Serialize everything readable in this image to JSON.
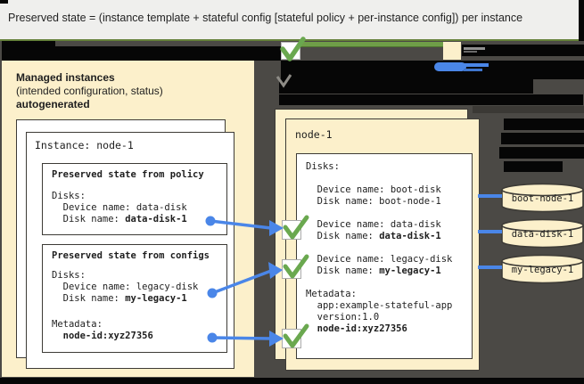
{
  "title": "Preserved state = (instance template + stateful config [stateful policy + per-instance config]) per instance",
  "colors": {
    "background_dark": "#4b4945",
    "redaction_black": "#060606",
    "panel_cream": "#fcf0cb",
    "titlebar_gray": "#efefed",
    "check_green": "#6aa84f",
    "bar_green": "#6f9e48",
    "line_olive": "#65813a",
    "arrow_blue": "#4a86e8",
    "border_dark": "#3d3b36"
  },
  "left_panel": {
    "heading_line1": "Managed instances",
    "heading_line2": "(intended configuration, status)",
    "heading_line3": "autogenerated",
    "instance_card": {
      "title": "Instance: node-1",
      "policy_box": {
        "title": "Preserved state from policy",
        "disks_header": "Disks:",
        "device_line": "  Device name: data-disk",
        "disk_label": "  Disk name: ",
        "disk_value": "data-disk-1"
      },
      "configs_box": {
        "title": "Preserved state from configs",
        "disks_header": "Disks:",
        "device_line": "  Device name: legacy-disk",
        "disk_label": "  Disk name: ",
        "disk_value": "my-legacy-1",
        "metadata_header": "Metadata:",
        "metadata_value": "  node-id:xyz27356"
      }
    }
  },
  "right_panel": {
    "title": "node-1",
    "box": {
      "disks_header": "Disks:",
      "boot_device_line": "  Device name: boot-disk",
      "boot_disk_line": "  Disk name: boot-node-1",
      "data_device_line": "  Device name: data-disk",
      "data_disk_label": "  Disk name: ",
      "data_disk_value": "data-disk-1",
      "legacy_device_line": "  Device name: legacy-disk",
      "legacy_disk_label": "  Disk name: ",
      "legacy_disk_value": "my-legacy-1",
      "metadata_header": "Metadata:",
      "metadata_app_line": "  app:example-stateful-app",
      "metadata_version_line": "  version:1.0",
      "metadata_nodeid_label": "  ",
      "metadata_nodeid_value": "node-id:xyz27356"
    }
  },
  "disks": {
    "cylinders": [
      "boot-node-1",
      "data-disk-1",
      "my-legacy-1"
    ]
  }
}
